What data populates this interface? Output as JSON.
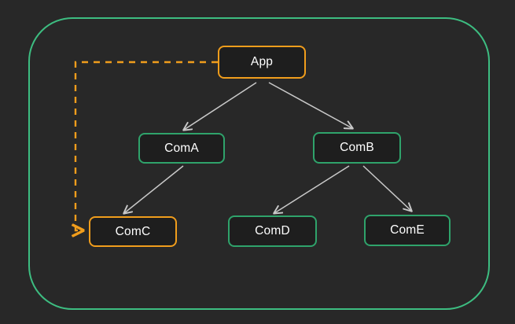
{
  "colors": {
    "background": "#282828",
    "node_fill": "#1e1e1e",
    "green_outer": "#3dbd81",
    "green_node": "#2fa36b",
    "orange": "#f09d1c",
    "arrow": "#c9c9c9",
    "text": "#ffffff"
  },
  "nodes": {
    "app": {
      "label": "App",
      "variant": "orange"
    },
    "coma": {
      "label": "ComA",
      "variant": "green"
    },
    "comb": {
      "label": "ComB",
      "variant": "green"
    },
    "comc": {
      "label": "ComC",
      "variant": "orange"
    },
    "comd": {
      "label": "ComD",
      "variant": "green"
    },
    "come": {
      "label": "ComE",
      "variant": "green"
    }
  },
  "edges": [
    {
      "from": "App",
      "to": "ComA",
      "style": "solid-gray-arrow"
    },
    {
      "from": "App",
      "to": "ComB",
      "style": "solid-gray-arrow"
    },
    {
      "from": "ComA",
      "to": "ComC",
      "style": "solid-gray-arrow"
    },
    {
      "from": "ComB",
      "to": "ComD",
      "style": "solid-gray-arrow"
    },
    {
      "from": "ComB",
      "to": "ComE",
      "style": "solid-gray-arrow"
    },
    {
      "from": "App",
      "to": "ComC",
      "style": "dashed-orange-arrow"
    }
  ]
}
